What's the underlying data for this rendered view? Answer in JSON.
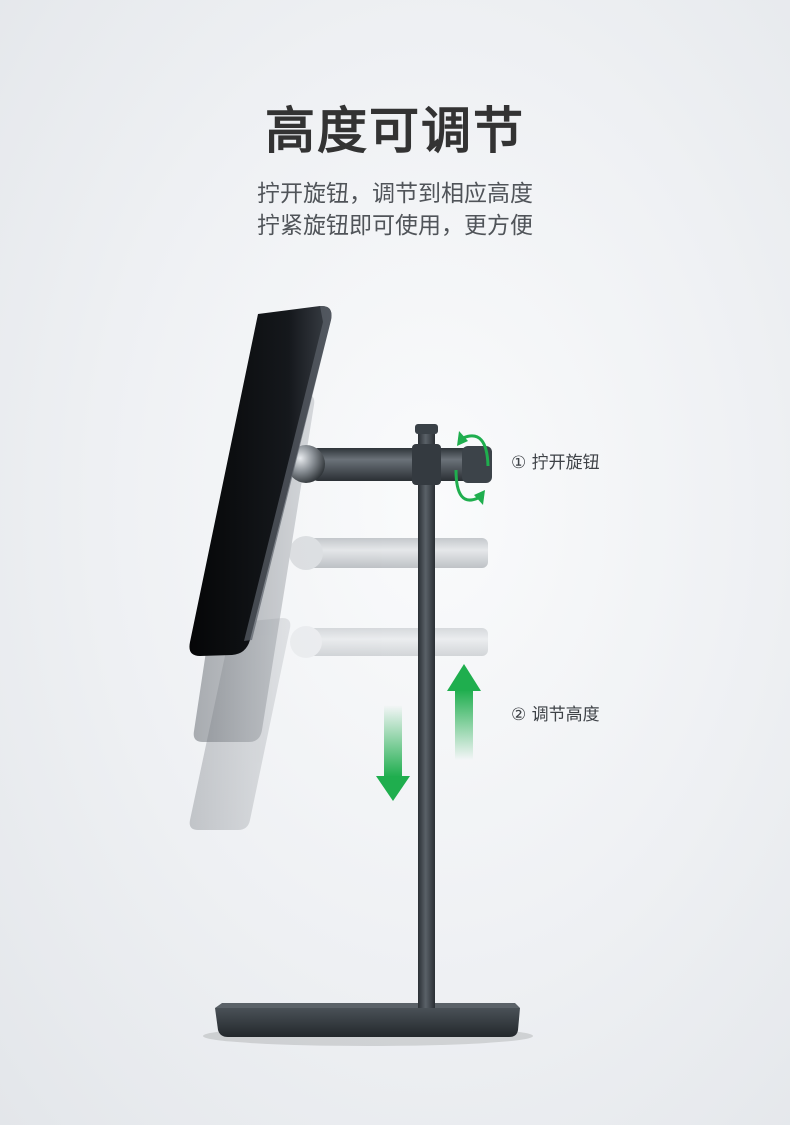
{
  "heading": {
    "title": "高度可调节",
    "line1": "拧开旋钮，调节到相应高度",
    "line2": "拧紧旋钮即可使用，更方便"
  },
  "steps": [
    {
      "label": "① 拧开旋钮"
    },
    {
      "label": "② 调节高度"
    }
  ],
  "colors": {
    "arrow_green": "#1fae4e",
    "stand_metal": "#3a4147",
    "phone_black": "#0e1013"
  },
  "icons": {
    "rotate": "rotate-arrows-icon",
    "up": "arrow-up-icon",
    "down": "arrow-down-icon"
  }
}
